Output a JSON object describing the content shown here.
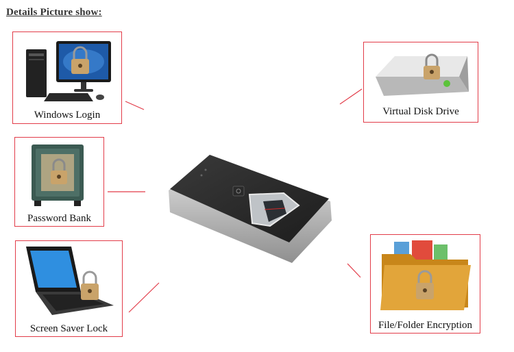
{
  "heading": "Details Picture show:",
  "features": {
    "windows_login": "Windows Login",
    "virtual_disk": "Virtual Disk Drive",
    "password_bank": "Password Bank",
    "screen_saver": "Screen Saver Lock",
    "file_folder": "File/Folder Encryption"
  },
  "colors": {
    "frame": "#e23b48",
    "connector": "#e23b48"
  }
}
